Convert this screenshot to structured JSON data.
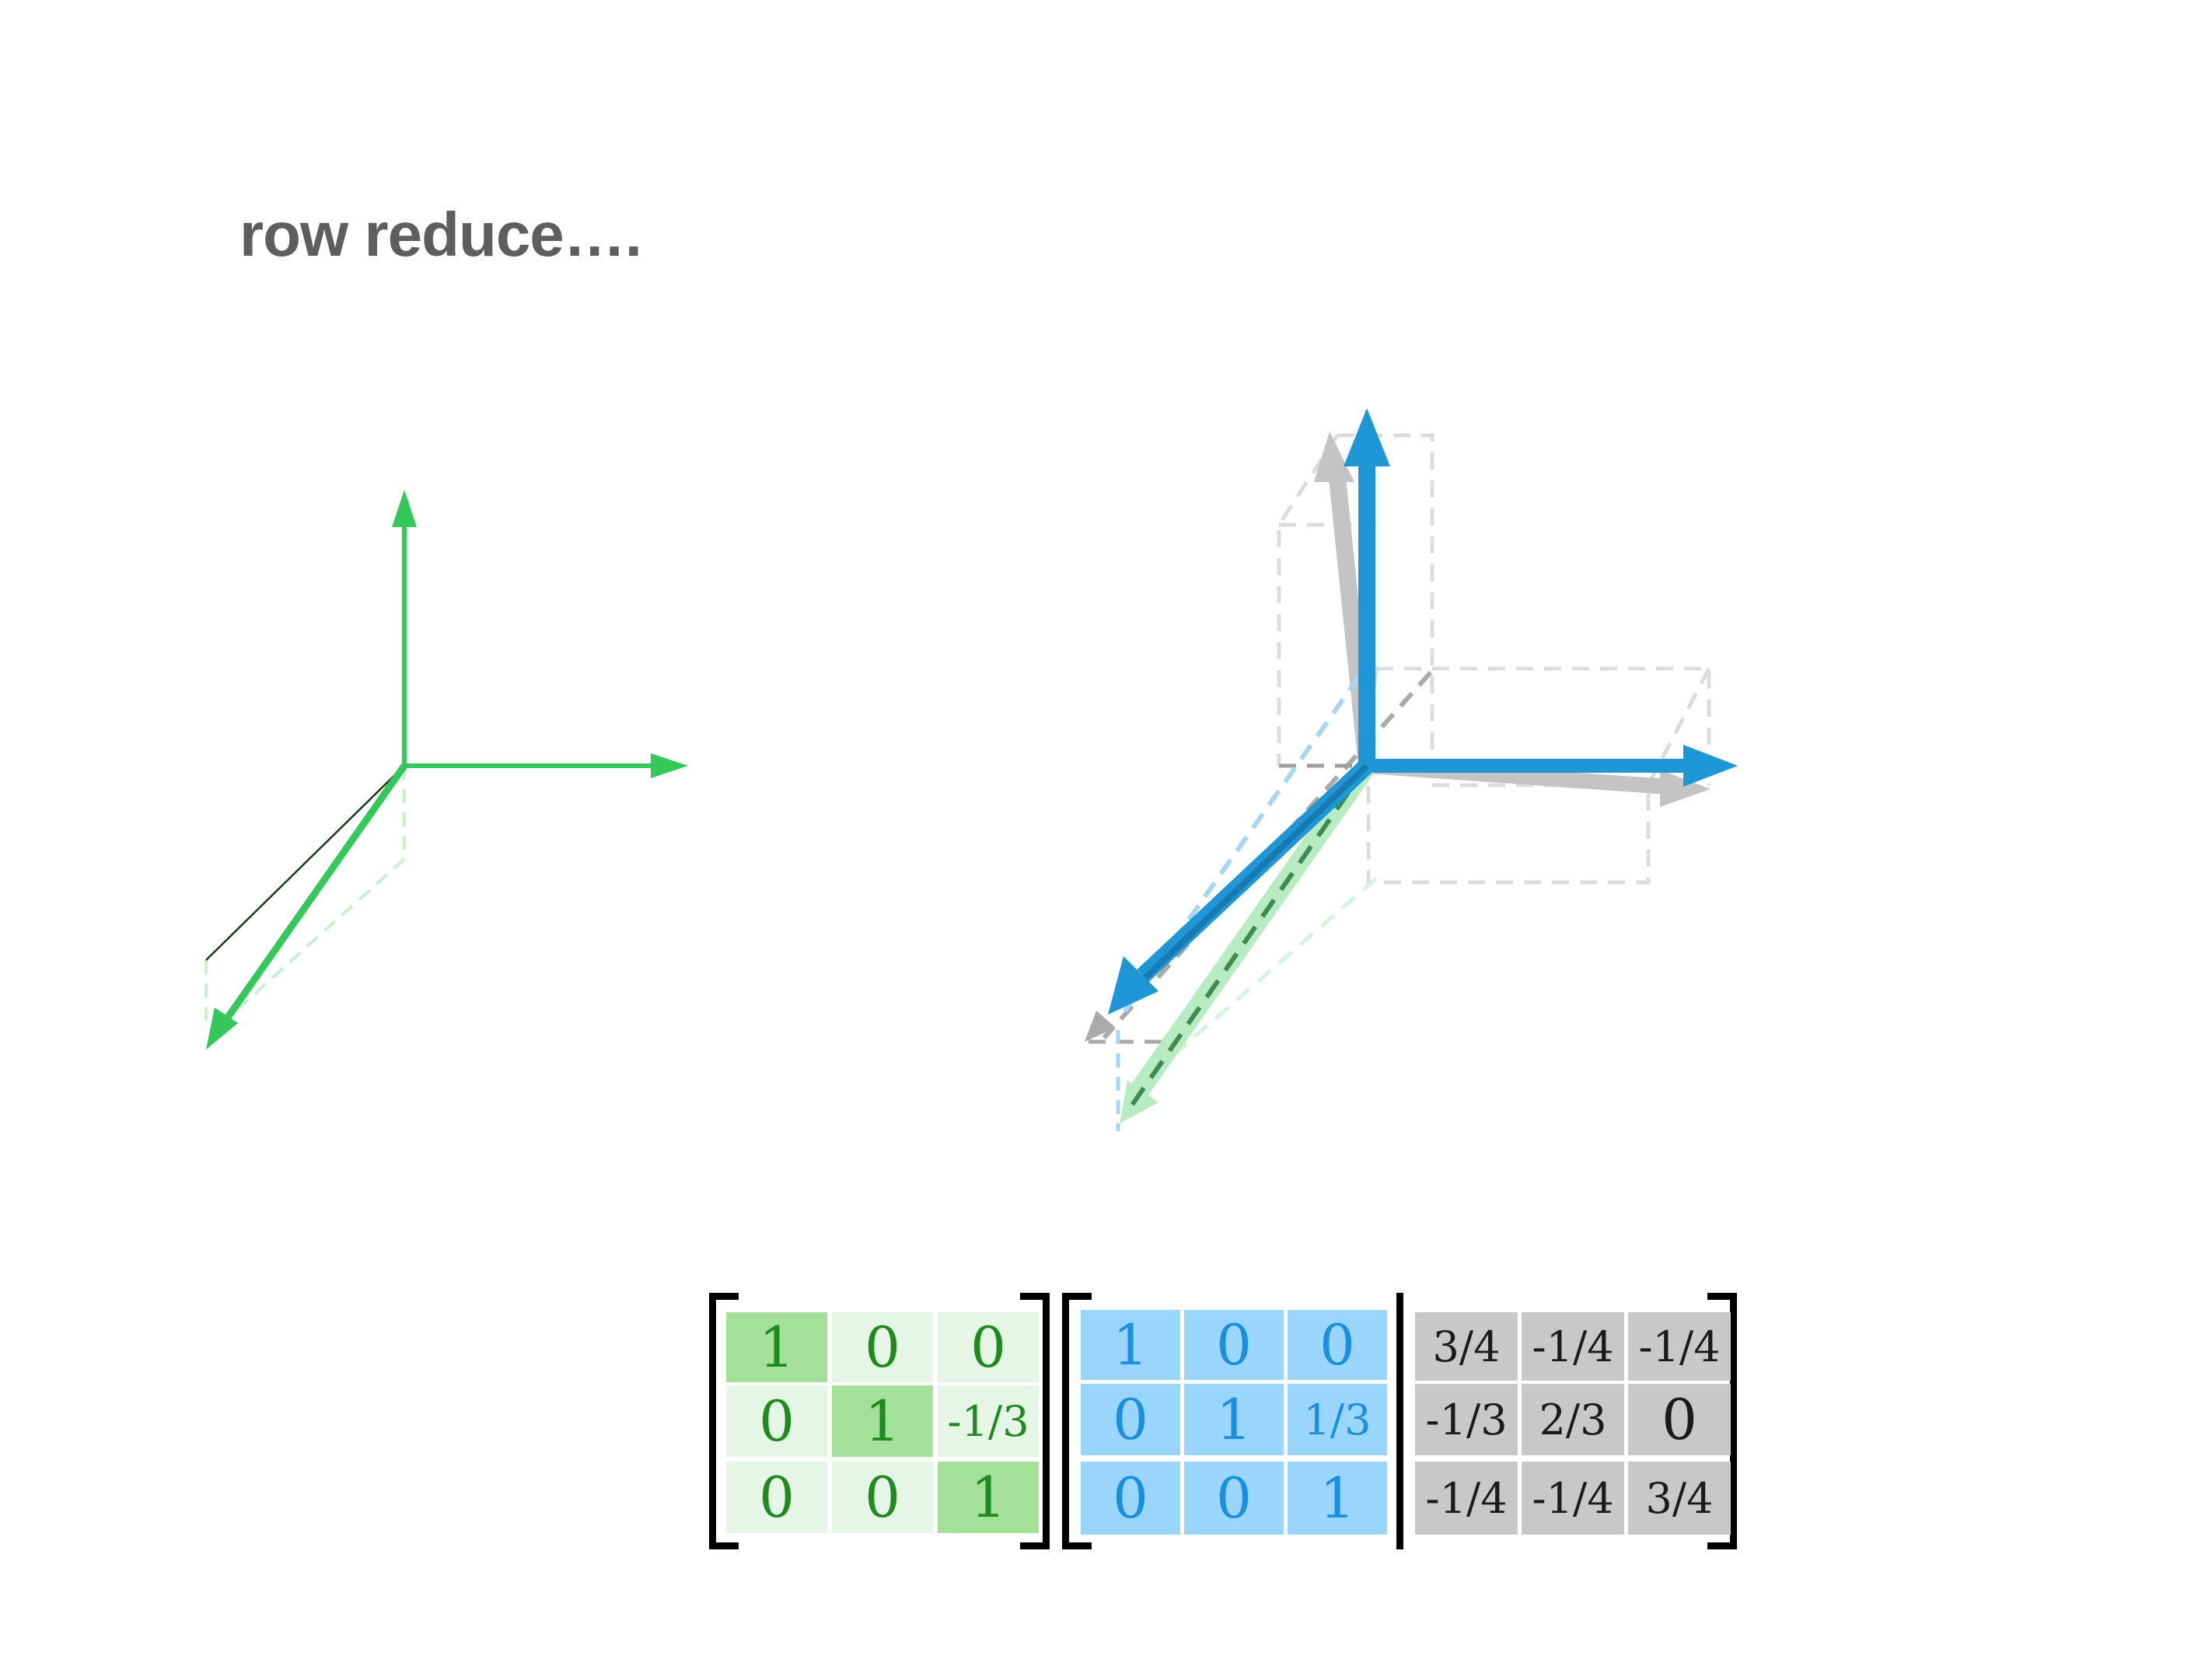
{
  "slide": {
    "title": "row reduce…."
  },
  "colors": {
    "green": "#34c759",
    "green_light": "#e6f6e6",
    "green_mid": "#a4e09a",
    "blue": "#1f97d6",
    "blue_light": "#9ad6fb",
    "gray": "#c8c8c8",
    "title_gray": "#5e5e5e"
  },
  "matrices": {
    "green": {
      "rows": [
        [
          "1",
          "0",
          "0"
        ],
        [
          "0",
          "1",
          "-1/3"
        ],
        [
          "0",
          "0",
          "1"
        ]
      ],
      "highlight": [
        [
          true,
          false,
          false
        ],
        [
          false,
          true,
          false
        ],
        [
          false,
          false,
          true
        ]
      ]
    },
    "blue": {
      "rows": [
        [
          "1",
          "0",
          "0"
        ],
        [
          "0",
          "1",
          "1/3"
        ],
        [
          "0",
          "0",
          "1"
        ]
      ]
    },
    "gray": {
      "rows": [
        [
          "3/4",
          "-1/4",
          "-1/4"
        ],
        [
          "-1/3",
          "2/3",
          "0"
        ],
        [
          "-1/4",
          "-1/4",
          "3/4"
        ]
      ]
    }
  }
}
